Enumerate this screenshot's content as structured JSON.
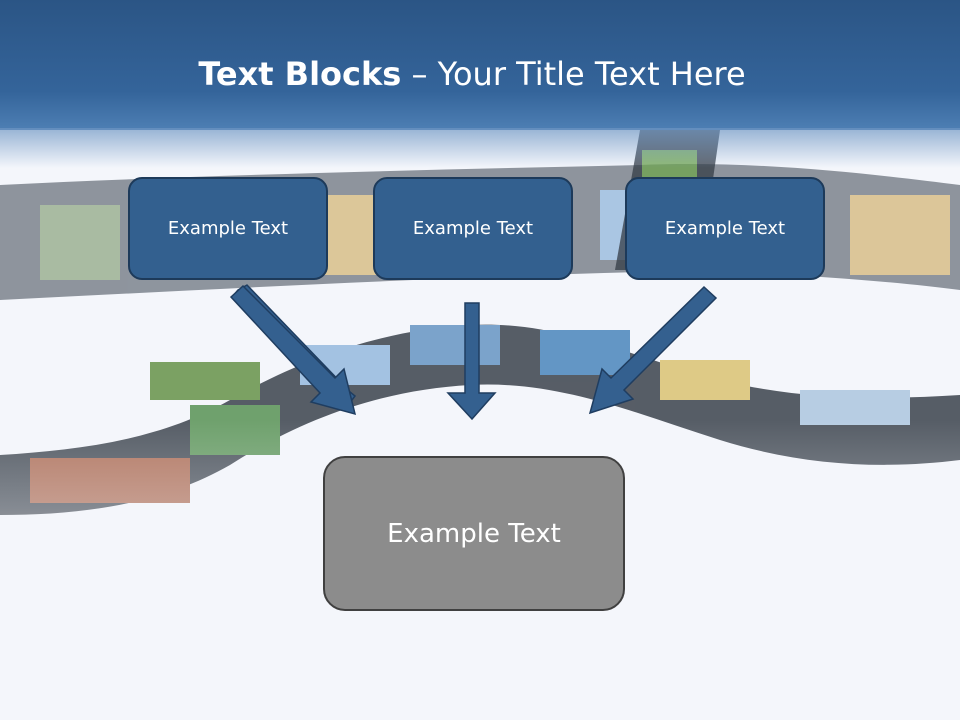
{
  "title": {
    "bold": "Text Blocks",
    "rest": " – Your Title Text Here"
  },
  "blocks": [
    {
      "label": "Example Text"
    },
    {
      "label": "Example Text"
    },
    {
      "label": "Example Text"
    }
  ],
  "result": {
    "label": "Example Text"
  },
  "colors": {
    "header": "#2b5585",
    "block_fill": "#33608f",
    "block_border": "#1d3a5a",
    "result_fill": "#8c8c8c",
    "arrow": "#33608f"
  }
}
